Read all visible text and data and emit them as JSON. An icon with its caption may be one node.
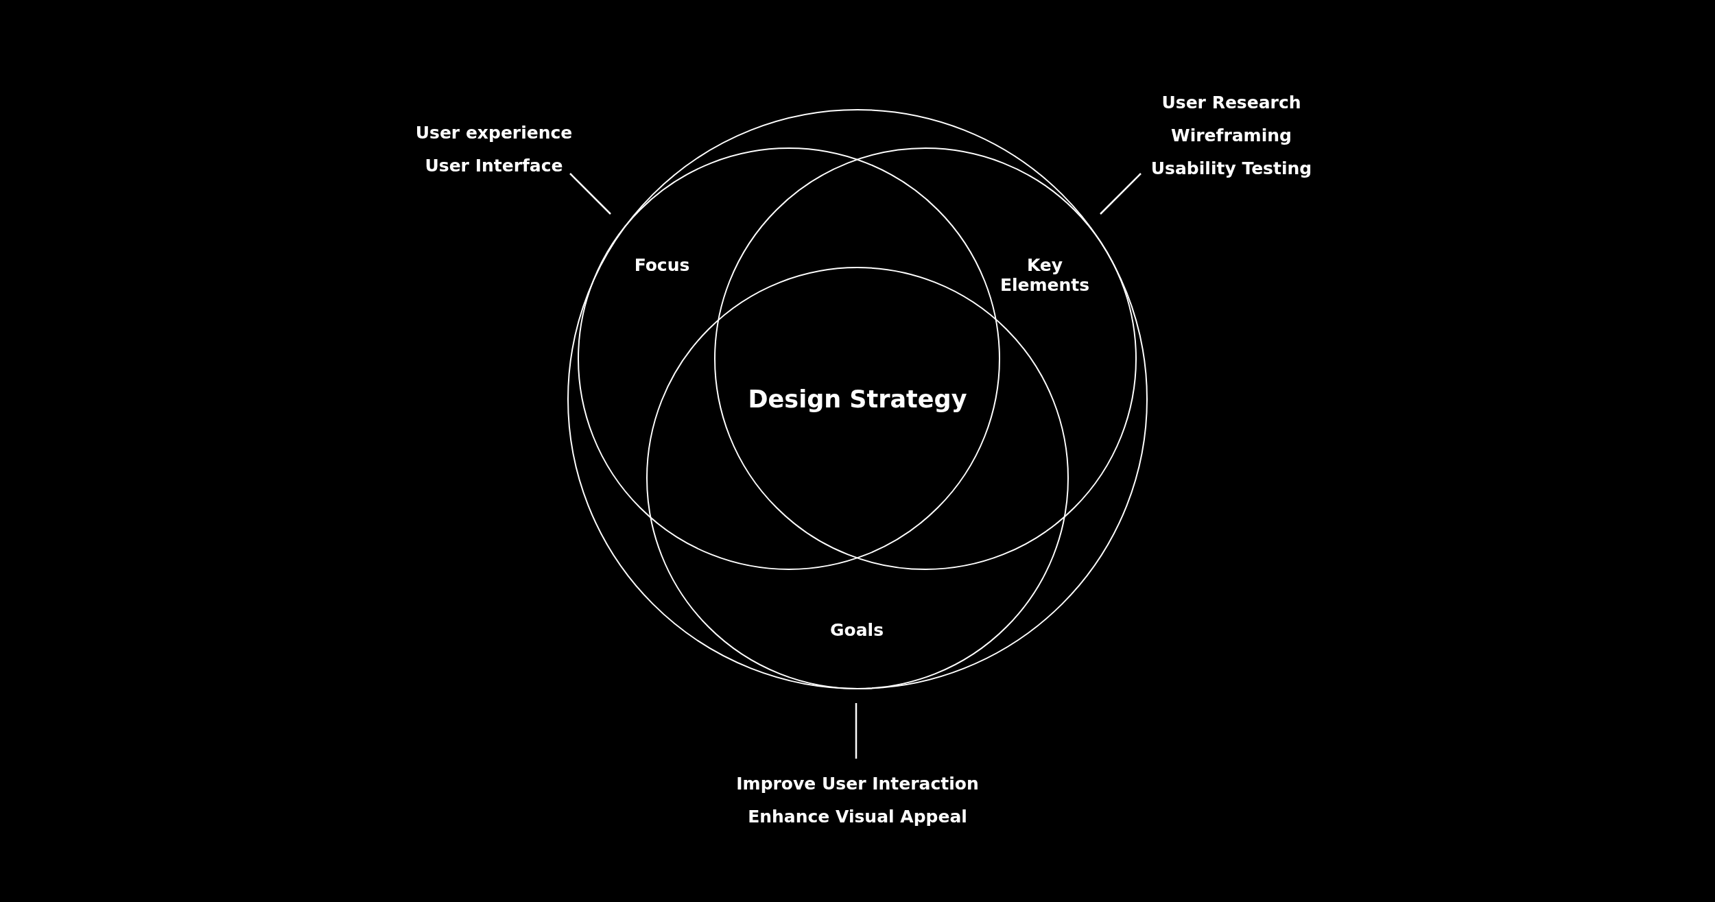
{
  "diagram": {
    "nodes": [
      {
        "text": [],
        "shape": "circle"
      },
      {
        "text": [
          "Design Strategy"
        ]
      },
      {
        "text": [
          "Focus"
        ],
        "in": 0
      },
      {
        "text": [
          "Key Elements"
        ],
        "in": 0
      },
      {
        "text": [
          "Goals"
        ],
        "in": 0
      },
      {
        "text": [
          "User experience",
          "User Interface"
        ]
      },
      {
        "text": [
          "User Research",
          "Wireframing",
          "Usability Testing"
        ]
      },
      {
        "text": [
          "Improve User Interaction",
          "Enhance Visual Appeal"
        ]
      }
    ],
    "edges": [
      {
        "from": 5,
        "to": 2,
        "arrow": "none"
      },
      {
        "from": 6,
        "to": 3,
        "arrow": "none"
      },
      {
        "from": 7,
        "to": 4,
        "arrow": "none"
      }
    ]
  }
}
